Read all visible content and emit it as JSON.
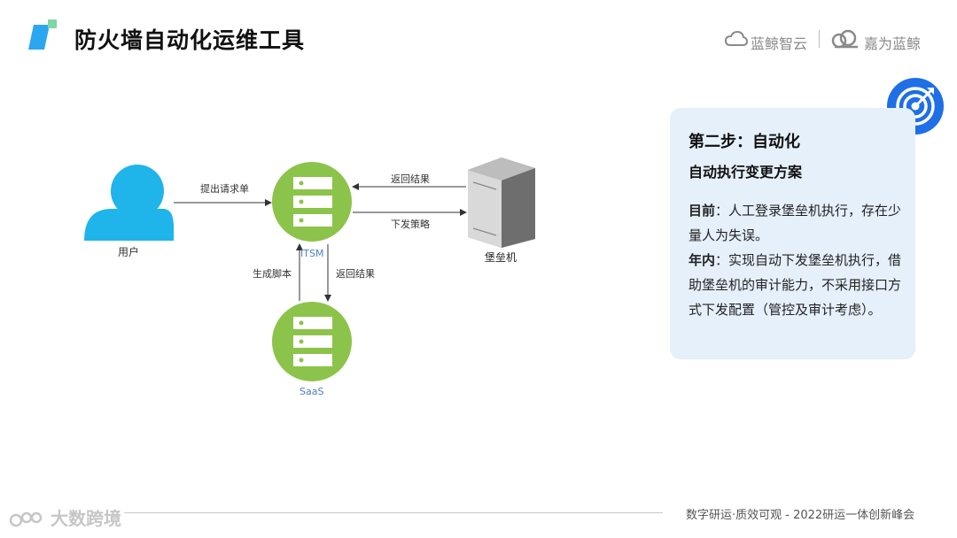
{
  "header": {
    "title": "防火墙自动化运维工具",
    "brand_left": "蓝鲸智云",
    "brand_right": "嘉为蓝鲸"
  },
  "diagram": {
    "user_label": "用户",
    "itsm_label": "ITSM",
    "saas_label": "SaaS",
    "bastion_label": "堡垒机",
    "edge_submit": "提出请求单",
    "edge_return_bastion": "返回结果",
    "edge_dispatch": "下发策略",
    "edge_generate": "生成脚本",
    "edge_return_saas": "返回结果"
  },
  "card": {
    "title": "第二步：自动化",
    "subtitle": "自动执行变更方案",
    "current_label": "目前",
    "current_text": "：人工登录堡垒机执行，存在少量人为失误。",
    "year_label": "年内",
    "year_text": "：实现自动下发堡垒机执行，借助堡垒机的审计能力，不采用接口方式下发配置（管控及审计考虑）。"
  },
  "footer": {
    "text": "数字研运·质效可观  -  2022研运一体创新峰会",
    "watermark": "大数跨境"
  },
  "colors": {
    "node_green": "#8cc34a",
    "user_blue": "#1fb4ea",
    "target_blue": "#1f6fe6",
    "accent_blue": "#3aaef0"
  }
}
